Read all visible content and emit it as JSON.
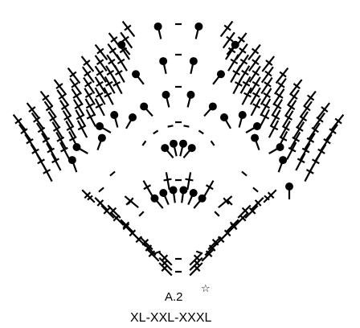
{
  "diagram": {
    "chart_label": "A.2",
    "start_marker": "☆",
    "sizes": "XL-XXL-XXXL",
    "ink_color": "#000000",
    "background_color": "#ffffff",
    "symbols": [
      "treble-crochet-post",
      "chain-dash",
      "bobble-dot"
    ]
  }
}
